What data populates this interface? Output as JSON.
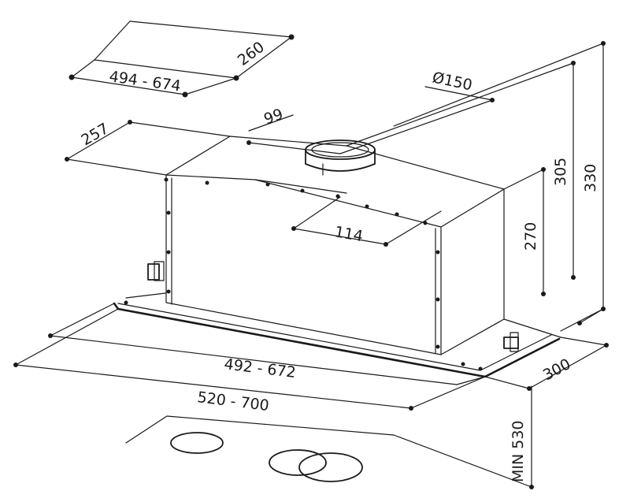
{
  "dimensions": {
    "cutout_width": "494 - 674",
    "cutout_depth": "260",
    "duct_diameter": "Ø150",
    "duct_offset": "99",
    "front_depth": "257",
    "duct_center": "114",
    "inner_height": "270",
    "total_height_inner": "305",
    "total_height": "330",
    "body_width": "492 - 672",
    "frame_width": "520 - 700",
    "frame_depth": "300",
    "min_clearance": "MIN 530"
  }
}
